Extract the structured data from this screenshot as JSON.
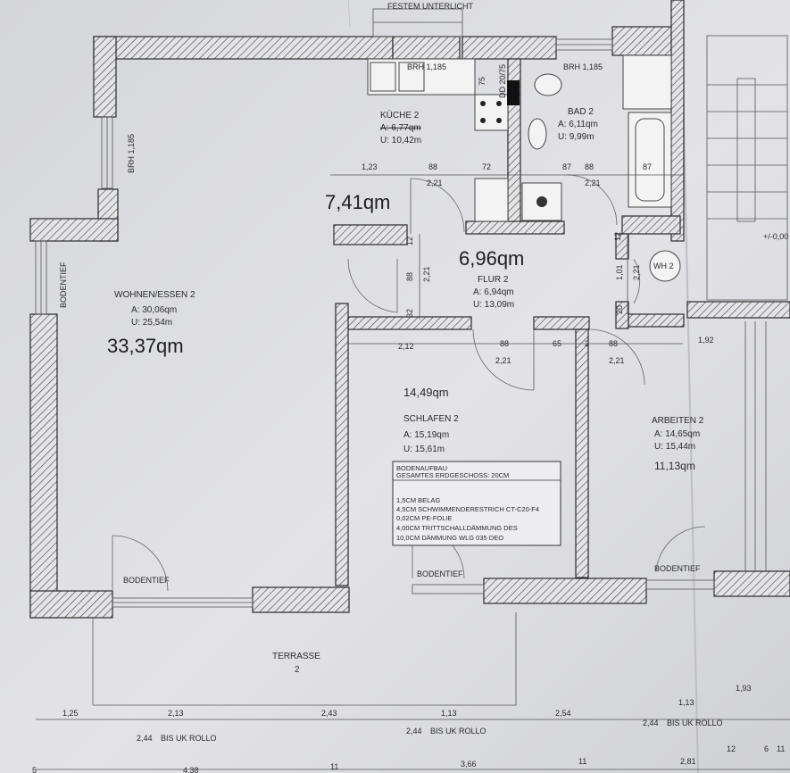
{
  "top_label": "FESTEM UNTERLICHT",
  "brh_left": "BRH 1,185",
  "brh_kitchen": "BRH 1,185",
  "brh_bath": "BRH 1,185",
  "dd_label": "DD 20/75",
  "dd_75": "75",
  "rooms": {
    "kueche": {
      "name": "KÜCHE 2",
      "area_a": "A: 6,77qm",
      "perimeter": "U: 10,42m",
      "big": "7,41qm"
    },
    "bad": {
      "name": "BAD 2",
      "area_a": "A: 6,11qm",
      "perimeter": "U: 9,99m"
    },
    "flur": {
      "name": "FLUR 2",
      "area_a": "A: 6,94qm",
      "perimeter": "U: 13,09m",
      "big": "6,96qm"
    },
    "wohnen": {
      "name": "WOHNEN/ESSEN 2",
      "area_a": "A: 30,06qm",
      "perimeter": "U: 25,54m",
      "big": "33,37qm"
    },
    "schlafen": {
      "name": "SCHLAFEN 2",
      "area_a": "A: 15,19qm",
      "perimeter": "U: 15,61m",
      "big": "14,49qm"
    },
    "arbeiten": {
      "name": "ARBEITEN 2",
      "area_a": "A: 14,65qm",
      "perimeter": "U: 15,44m",
      "big": "11,13qm"
    },
    "terrasse": {
      "name": "TERRASSE",
      "number": "2"
    }
  },
  "wh_label": "WH 2",
  "level": "+/-0,00",
  "bodentief": {
    "left": "BODENTIEF",
    "wohnen": "BODENTIEF",
    "schlafen": "BODENTIEF",
    "arbeiten": "BODENTIEF"
  },
  "bodenaufbau": {
    "title": "BODENAUFBAU",
    "subtitle": "GESAMTES ERDGESCHOSS: 20CM",
    "lines": [
      "1,5CM BELAG",
      "4,5CM SCHWIMMENDERESTRICH CT-C20-F4",
      "0,02CM PE-FOLIE",
      "4,00CM TRITTSCHALLDÄMMUNG DES",
      "10,0CM DÄMMUNG WLG 035 DEO"
    ]
  },
  "dims": {
    "k_123": "1,23",
    "k_885a": "88",
    "k_221a": "2,21",
    "k_72": "72",
    "b_875a": "87",
    "b_885": "88",
    "b_221": "2,21",
    "b_878": "87",
    "f_12a": "12",
    "f_885": "88",
    "f_221v": "2,21",
    "f_32": "32",
    "w_101": "1,01",
    "w_221": "2,21",
    "w_12": "12",
    "w_20": "20",
    "s_212": "2,12",
    "s_885a": "88",
    "s_221a": "2,21",
    "s_65": "65",
    "s_25": "2",
    "s_885b": "88",
    "s_221b": "2,21",
    "s_192": "1,92",
    "t_125": "1,25",
    "t_213": "2,13",
    "t_243": "2,43",
    "t_113a": "1,13",
    "t_254": "2,54",
    "t_113b": "1,13",
    "t_193": "1,93",
    "r_244a": "2,44",
    "r_244b": "2,44",
    "r_244c": "2,44",
    "bis_uk": "BIS UK ROLLO",
    "bot_438": "4,38",
    "bot_11": "11",
    "bot_366": "3,66",
    "bot_11b": "11",
    "bot_281": "2,81",
    "bot_12": "12",
    "bot_6": "6",
    "bot_11c": "11",
    "bot_5": "5"
  }
}
